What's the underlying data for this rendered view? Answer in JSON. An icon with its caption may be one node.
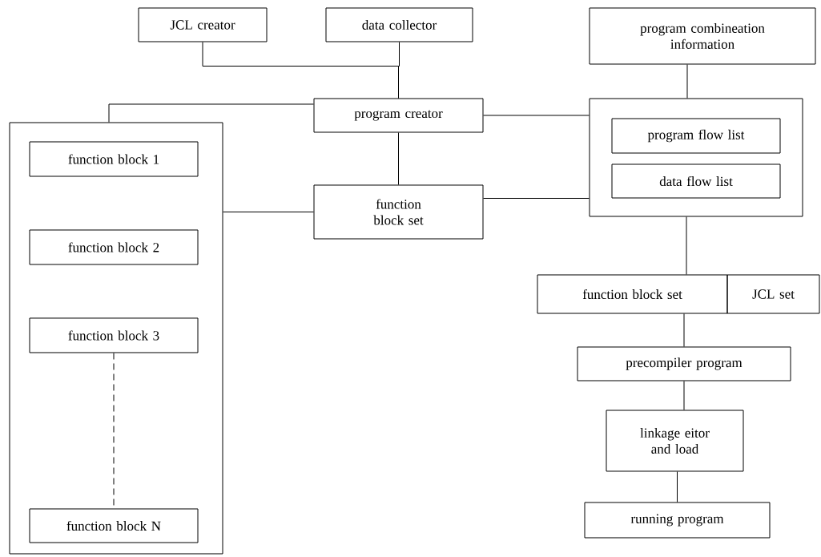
{
  "diagram": {
    "nodes": [
      {
        "text": [
          "JCL creator"
        ]
      },
      {
        "text": [
          "data collector"
        ]
      },
      {
        "text": [
          "program combineation information"
        ]
      },
      {
        "text": [
          "program creator"
        ]
      },
      {
        "text": [],
        "shape": "box"
      },
      {
        "text": [
          "program flow list"
        ],
        "in": 4
      },
      {
        "text": [
          "data flow list"
        ],
        "in": 4
      },
      {
        "text": [],
        "shape": "box"
      },
      {
        "text": [
          "function block 1"
        ],
        "in": 7
      },
      {
        "text": [
          "function block 2"
        ],
        "in": 7
      },
      {
        "text": [
          "function block 3"
        ],
        "in": 7
      },
      {
        "text": [
          "function block  N"
        ],
        "in": 7
      },
      {
        "text": [
          "function block set"
        ]
      },
      {
        "text": [
          "function block set"
        ]
      },
      {
        "text": [
          "JCL set"
        ]
      },
      {
        "text": [
          "precompiler program"
        ]
      },
      {
        "text": [
          "linkage eitor and load"
        ]
      },
      {
        "text": [
          "running program"
        ]
      }
    ],
    "edges": [
      {
        "from": 0,
        "to": 3,
        "arrow": "none"
      },
      {
        "from": 1,
        "to": 3,
        "arrow": "none"
      },
      {
        "from": 3,
        "to": 7,
        "arrow": "none"
      },
      {
        "from": 3,
        "to": 4,
        "arrow": "none"
      },
      {
        "from": 3,
        "to": 12,
        "arrow": "none"
      },
      {
        "from": 12,
        "to": 7,
        "arrow": "none"
      },
      {
        "from": 12,
        "to": 4,
        "arrow": "none"
      },
      {
        "from": 2,
        "to": 4,
        "arrow": "none"
      },
      {
        "from": 4,
        "to": 13,
        "arrow": "none"
      },
      {
        "from": 13,
        "to": 15,
        "arrow": "none"
      },
      {
        "from": 15,
        "to": 16,
        "arrow": "none"
      },
      {
        "from": 16,
        "to": 17,
        "arrow": "none"
      },
      {
        "from": 10,
        "to": 11,
        "arrow": "none",
        "style": "dashed"
      }
    ]
  }
}
